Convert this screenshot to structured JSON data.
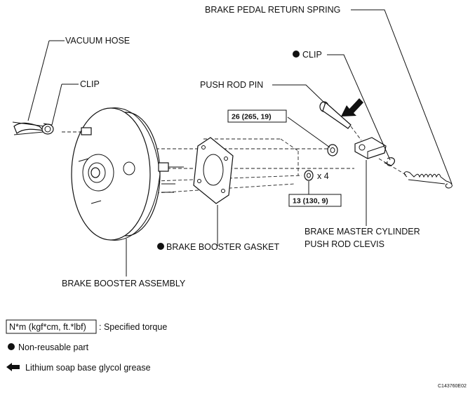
{
  "labels": {
    "pedal_spring": "BRAKE PEDAL RETURN SPRING",
    "vacuum_hose": "VACUUM HOSE",
    "clip_left": "CLIP",
    "clip_right": "CLIP",
    "push_rod_pin": "PUSH ROD PIN",
    "torque_nut": "26 (265, 19)",
    "x4": "x 4",
    "torque_small": "13 (130, 9)",
    "clevis_line1": "BRAKE MASTER CYLINDER",
    "clevis_line2": "PUSH ROD CLEVIS",
    "gasket": "BRAKE BOOSTER GASKET",
    "booster": "BRAKE BOOSTER ASSEMBLY"
  },
  "legend": {
    "torque_box": "N*m (kgf*cm, ft.*lbf)",
    "torque_text": ": Specified torque",
    "nonreusable": "Non-reusable part",
    "grease": "Lithium soap base glycol grease"
  },
  "figure_id": "C143760E02"
}
